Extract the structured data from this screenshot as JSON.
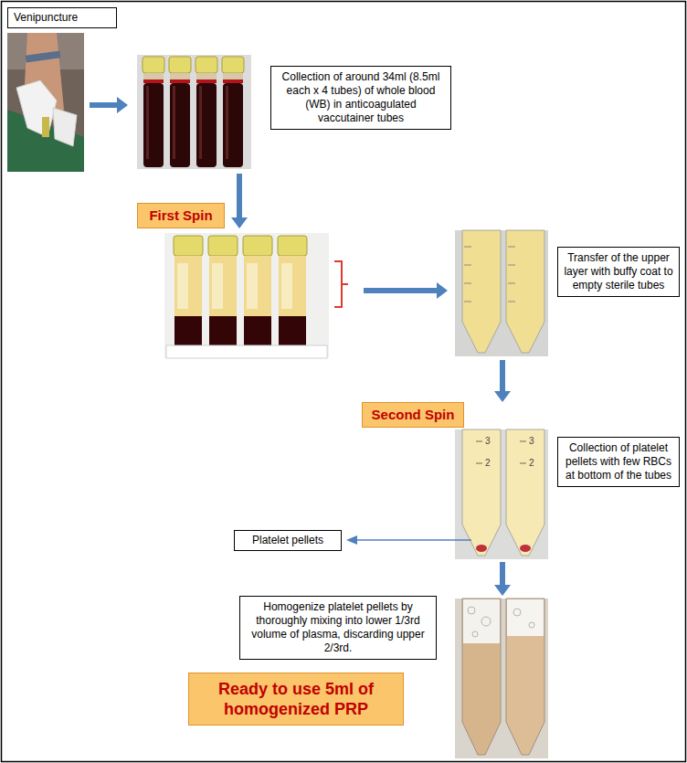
{
  "diagram": {
    "nodes": [
      {
        "text": [
          "Venipuncture"
        ]
      },
      {
        "text": [
          "Collection of around 34ml (8.5ml each x 4 tubes) of whole blood (WB) in anticoagulated vaccutainer tubes"
        ]
      },
      {
        "text": [
          "First Spin"
        ]
      },
      {
        "text": [
          "Transfer of the upper layer with buffy coat to empty sterile tubes"
        ]
      },
      {
        "text": [
          "Second Spin"
        ]
      },
      {
        "text": [
          "Collection of platelet pellets with few RBCs at bottom of the tubes"
        ]
      },
      {
        "text": [
          "Platelet pellets"
        ]
      },
      {
        "text": [
          "Homogenize platelet pellets by thoroughly mixing into lower 1/3rd volume of plasma, discarding upper 2/3rd."
        ]
      },
      {
        "text": [
          "Ready to use 5ml of homogenized PRP"
        ]
      }
    ],
    "labels": [
      "3",
      "2",
      "3",
      "2"
    ]
  }
}
